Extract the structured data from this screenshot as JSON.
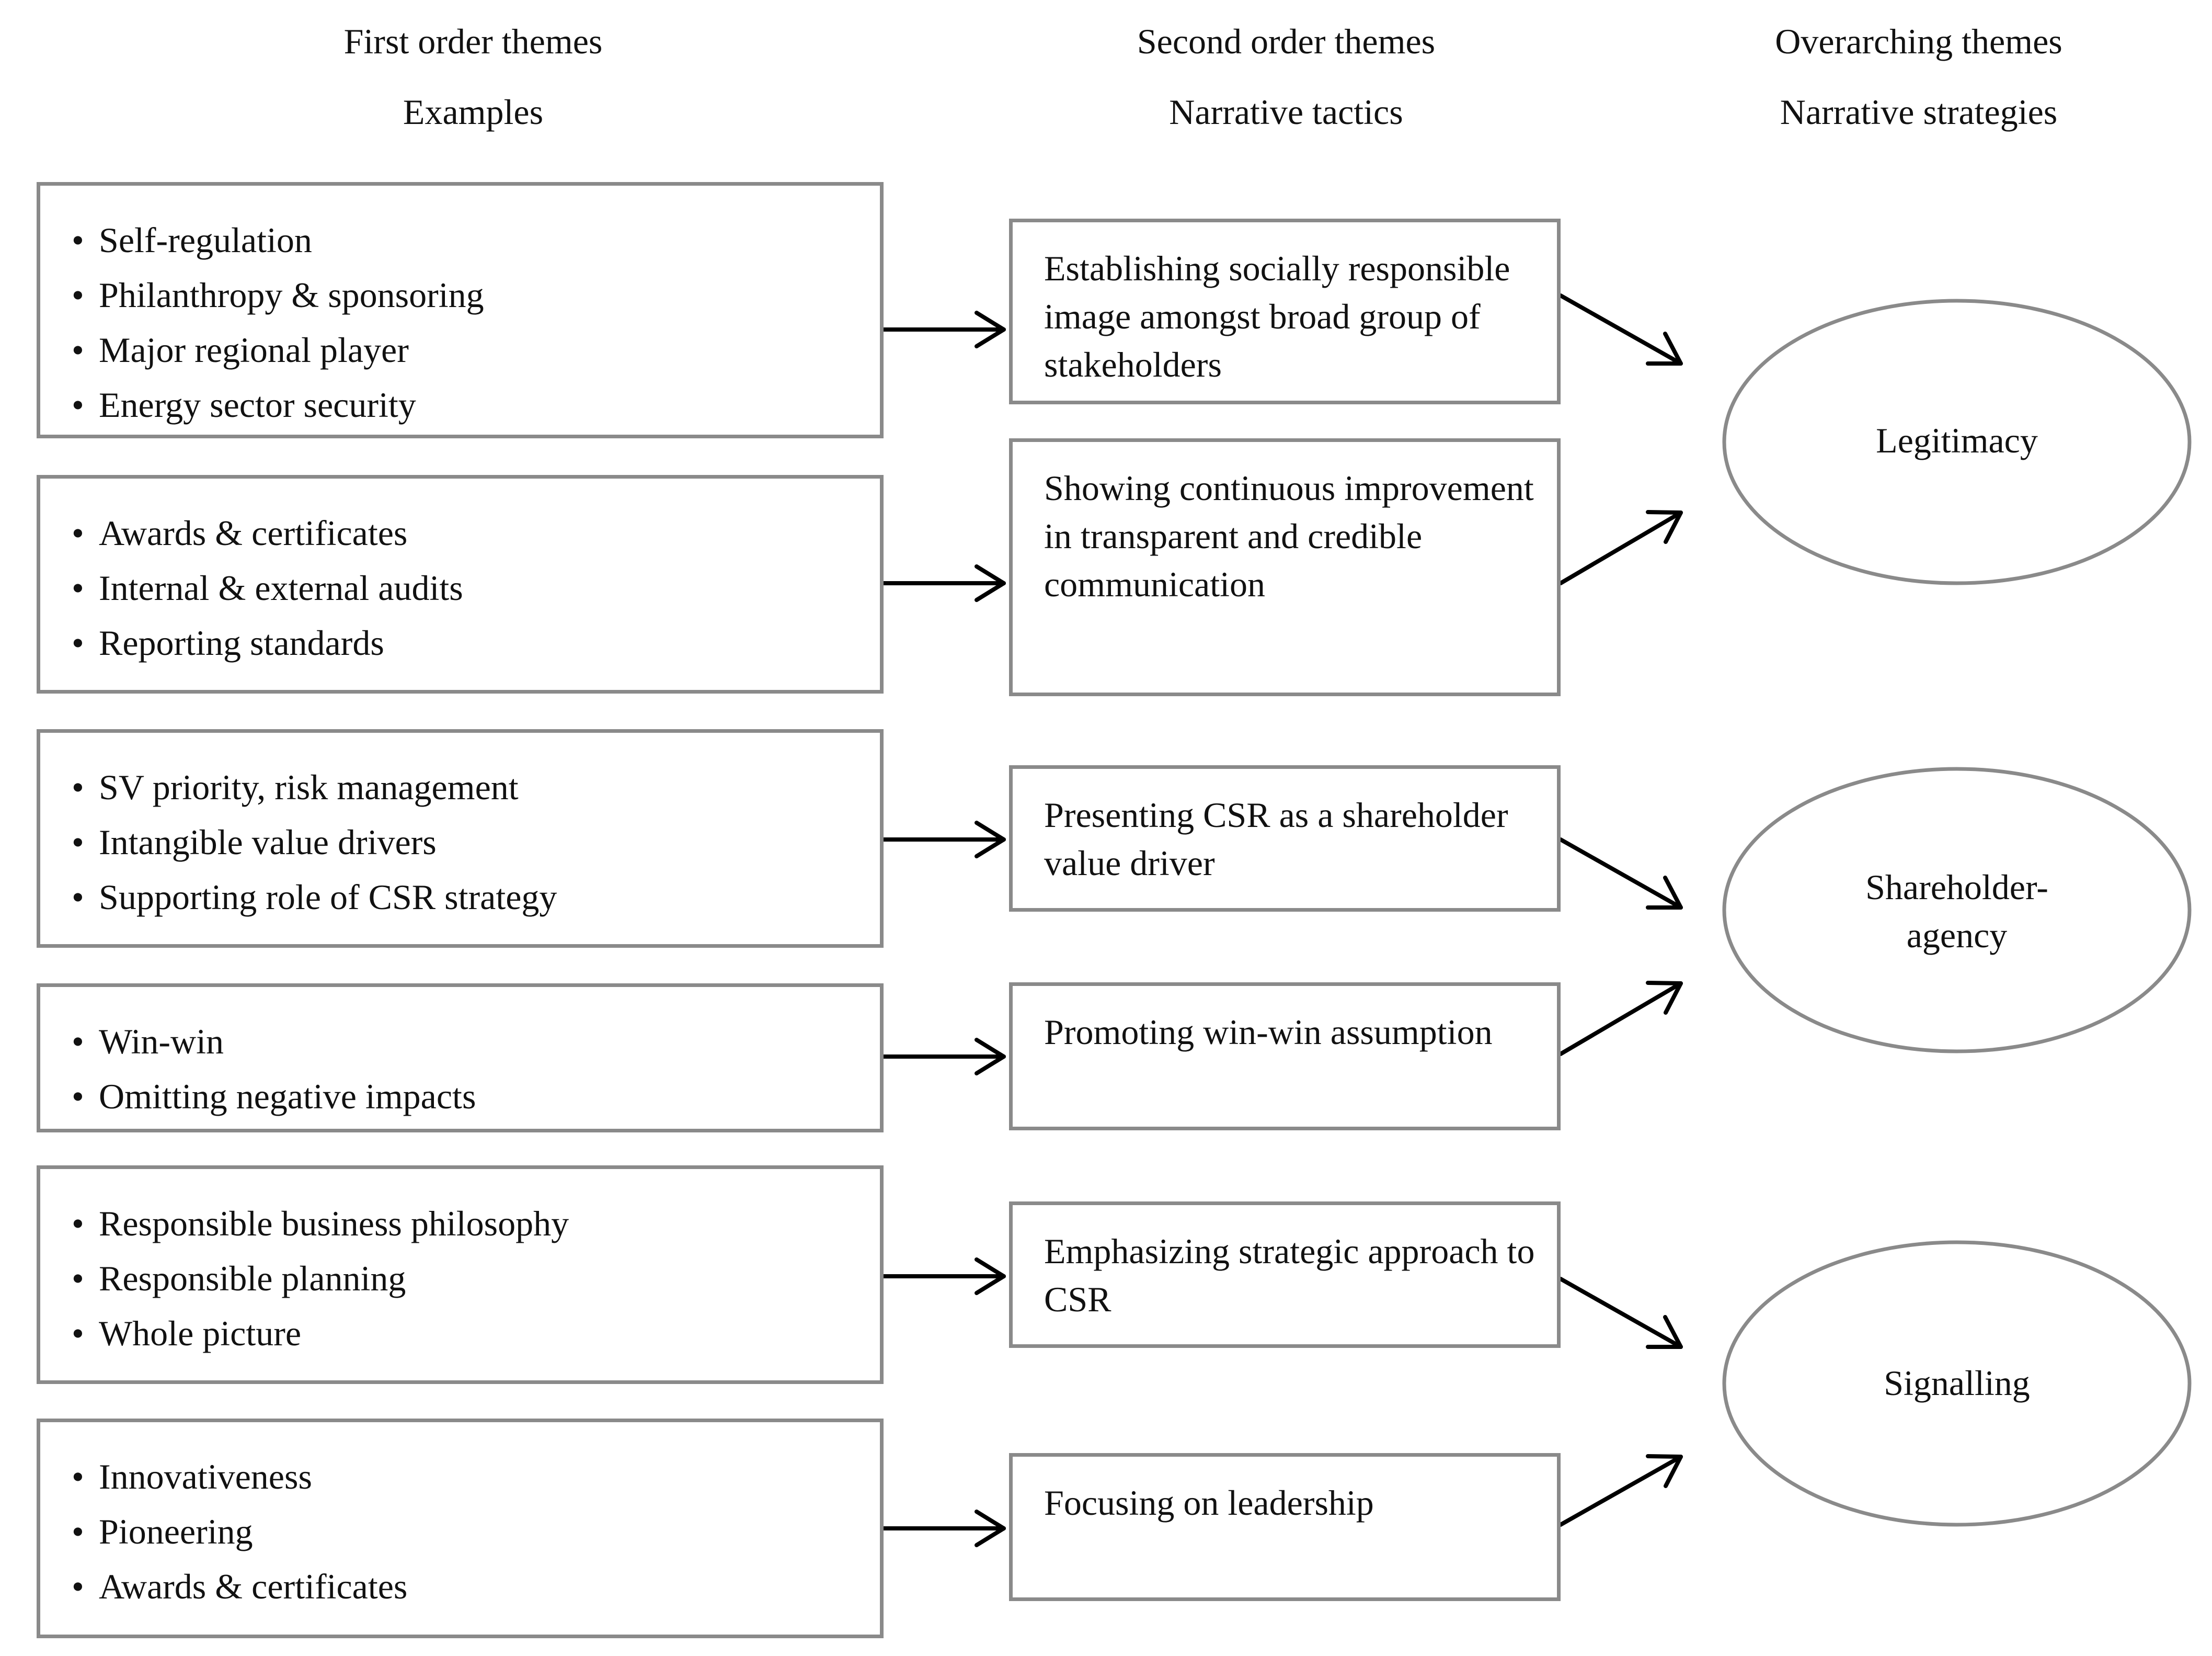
{
  "headers": {
    "col1": {
      "title": "First order themes",
      "subtitle": "Examples"
    },
    "col2": {
      "title": "Second order themes",
      "subtitle": "Narrative tactics"
    },
    "col3": {
      "title": "Overarching themes",
      "subtitle": "Narrative strategies"
    }
  },
  "bullet": "•",
  "examples": [
    {
      "items": [
        "Self-regulation",
        "Philanthropy & sponsoring",
        "Major regional player",
        "Energy sector security"
      ]
    },
    {
      "items": [
        "Awards & certificates",
        "Internal & external audits",
        "Reporting standards"
      ]
    },
    {
      "items": [
        "SV priority, risk management",
        "Intangible value drivers",
        "Supporting role of CSR strategy"
      ]
    },
    {
      "items": [
        "Win-win",
        "Omitting negative impacts"
      ]
    },
    {
      "items": [
        "Responsible business philosophy",
        "Responsible planning",
        "Whole picture"
      ]
    },
    {
      "items": [
        "Innovativeness",
        "Pioneering",
        "Awards & certificates"
      ]
    }
  ],
  "tactics": [
    "Establishing socially responsible image amongst broad group of stakeholders",
    "Showing continuous improvement in transparent and credible communication",
    "Presenting CSR as a shareholder value driver",
    "Promoting win-win assumption",
    "Emphasizing strategic approach to CSR",
    "Focusing on leadership"
  ],
  "strategies": [
    "Legitimacy",
    "Shareholder-agency",
    "Signalling"
  ],
  "links": {
    "tactic_to_strategy": [
      0,
      0,
      1,
      1,
      2,
      2
    ]
  }
}
